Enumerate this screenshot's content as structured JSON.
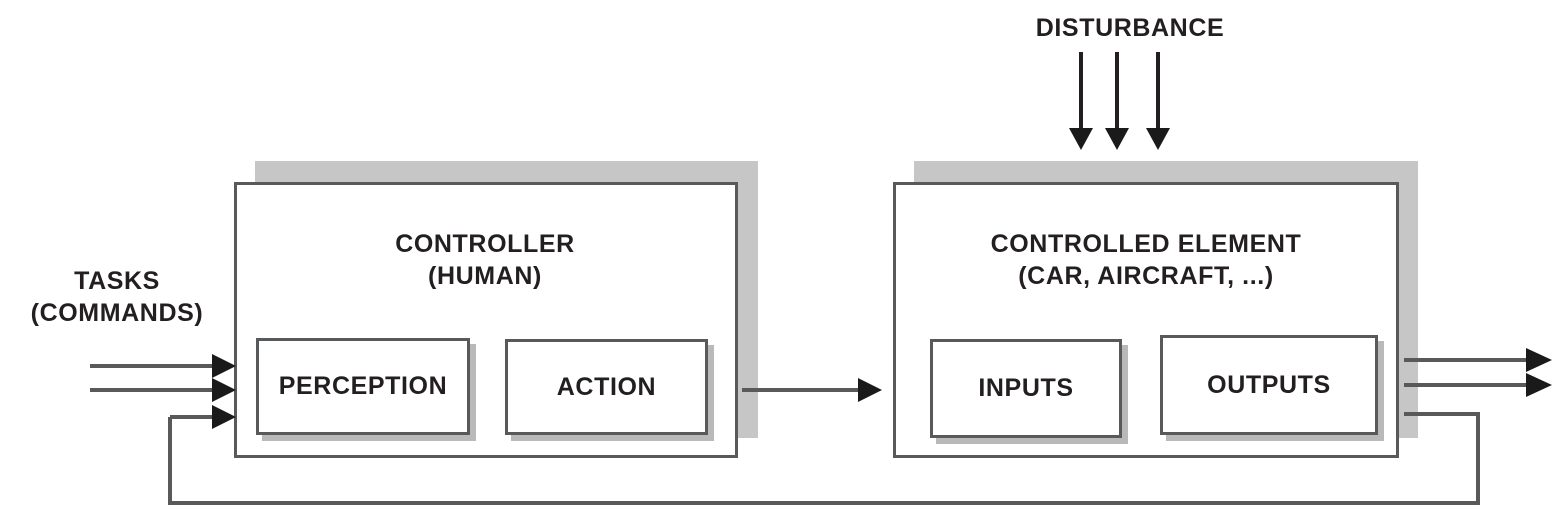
{
  "diagram": {
    "title": "Human-in-the-loop control system block diagram",
    "colors": {
      "line": "#58595b",
      "arrow": "#1a1a1a",
      "text": "#231f20",
      "shadow": "#c6c6c6",
      "background": "#ffffff"
    }
  },
  "labels": {
    "disturbance": "DISTURBANCE",
    "tasks": "TASKS\n(COMMANDS)"
  },
  "controller": {
    "title": "CONTROLLER\n(HUMAN)",
    "blocks": [
      {
        "id": "perception",
        "label": "PERCEPTION"
      },
      {
        "id": "action",
        "label": "ACTION"
      }
    ]
  },
  "controlled_element": {
    "title": "CONTROLLED ELEMENT\n(CAR, AIRCRAFT, ...)",
    "blocks": [
      {
        "id": "inputs",
        "label": "INPUTS"
      },
      {
        "id": "outputs",
        "label": "OUTPUTS"
      }
    ]
  },
  "signals": {
    "disturbance_arrows": 3,
    "task_input_arrows": 2,
    "feedback_input_arrows": 1,
    "controller_to_plant_arrows": 1,
    "output_arrows": 2,
    "feedback_loop": 1
  }
}
